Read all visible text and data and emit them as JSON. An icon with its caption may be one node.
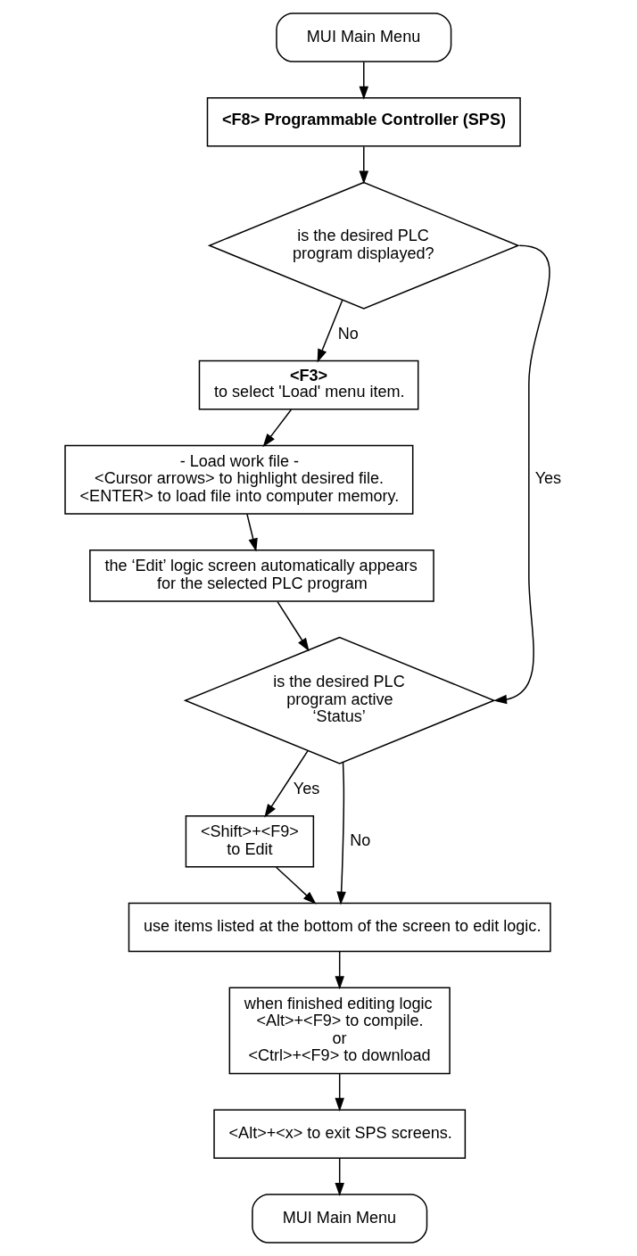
{
  "diagram": {
    "nodes": [
      {
        "text": [
          "MUI Main Menu"
        ]
      },
      {
        "text": [
          "<F8> Programmable Controller (SPS)"
        ]
      },
      {
        "text": [
          "is the desired PLC program displayed?"
        ]
      },
      {
        "text": [
          "<F3>",
          "to select 'Load' menu item."
        ]
      },
      {
        "text": [
          "- Load work file -",
          "<Cursor arrows> to highlight desired file.",
          "<ENTER> to load file into computer memory."
        ]
      },
      {
        "text": [
          "the ‘Edit’ logic screen automatically appears for the selected PLC program"
        ]
      },
      {
        "text": [
          "is the desired PLC program active ‘Status’"
        ]
      },
      {
        "text": [
          "<Shift>+<F9> to Edit"
        ]
      },
      {
        "text": [
          "use items listed at the bottom of the screen to edit logic."
        ]
      },
      {
        "text": [
          "when finished editing logic <Alt>+<F9> to compile.",
          "or",
          "<Ctrl>+<F9> to download"
        ]
      },
      {
        "text": [
          "<Alt>+<x> to exit SPS screens."
        ]
      },
      {
        "text": [
          "MUI Main Menu"
        ]
      }
    ],
    "edges": [
      {
        "from": 0,
        "to": 1,
        "arrow": "to"
      },
      {
        "from": 1,
        "to": 2,
        "arrow": "to"
      },
      {
        "from": 2,
        "to": 3,
        "arrow": "to",
        "label": "No"
      },
      {
        "from": 2,
        "to": 6,
        "arrow": "to",
        "label": "Yes"
      },
      {
        "from": 3,
        "to": 4,
        "arrow": "to"
      },
      {
        "from": 4,
        "to": 5,
        "arrow": "to"
      },
      {
        "from": 5,
        "to": 6,
        "arrow": "to"
      },
      {
        "from": 6,
        "to": 7,
        "arrow": "to",
        "label": "Yes"
      },
      {
        "from": 6,
        "to": 8,
        "arrow": "to",
        "label": "No"
      },
      {
        "from": 7,
        "to": 8,
        "arrow": "to"
      },
      {
        "from": 8,
        "to": 9,
        "arrow": "to"
      },
      {
        "from": 9,
        "to": 10,
        "arrow": "to"
      },
      {
        "from": 10,
        "to": 11,
        "arrow": "to"
      }
    ]
  }
}
